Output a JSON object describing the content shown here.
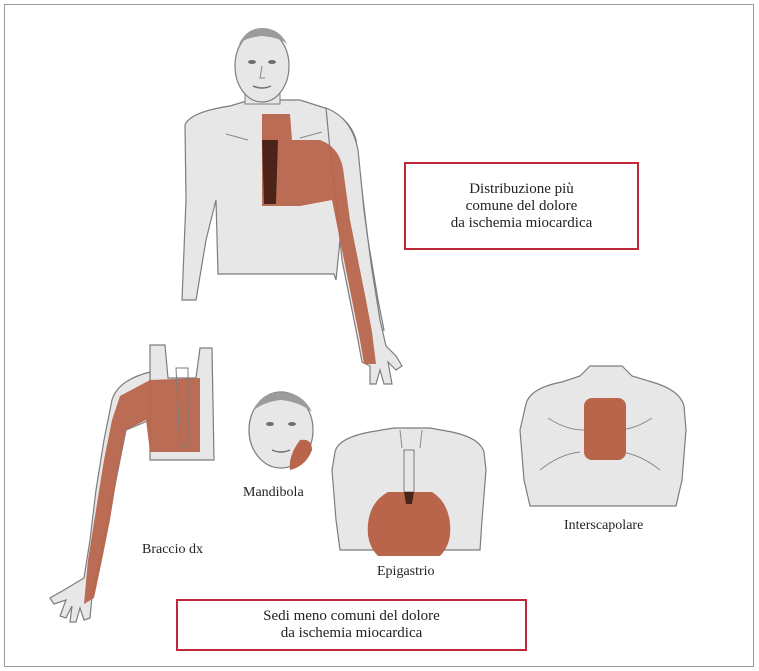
{
  "main_box": {
    "lines": [
      "Distribuzione più",
      "comune del dolore",
      "da ischemia miocardica"
    ]
  },
  "bottom_box": {
    "lines": [
      "Sedi meno comuni del dolore",
      "da ischemia miocardica"
    ]
  },
  "labels": {
    "arm": "Braccio dx",
    "jaw": "Mandibola",
    "epigastric": "Epigastrio",
    "interscapular": "Interscapolare"
  },
  "colors": {
    "skin": "#e7e7e7",
    "outline": "#7d7d7d",
    "pain": "#b8654c",
    "pain_dark": "#4a2418",
    "box_border": "#c0283a"
  }
}
